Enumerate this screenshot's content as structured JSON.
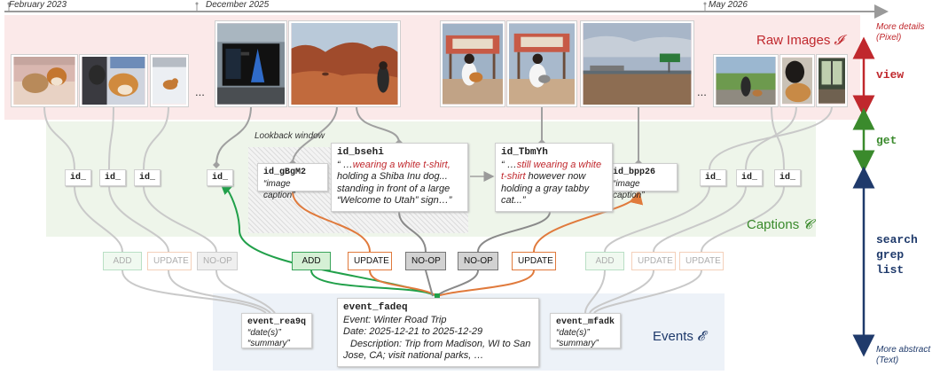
{
  "timeline": {
    "date_1": "February 2023",
    "date_2": "December 2025",
    "date_3": "May 2026"
  },
  "bands": {
    "raw_images": {
      "label": "Raw Images",
      "symbol": "𝓘"
    },
    "captions": {
      "label": "Captions",
      "symbol": "𝓒"
    },
    "events": {
      "label": "Events",
      "symbol": "𝓔"
    }
  },
  "ellipsis": "...",
  "lookback_window": "Lookback window",
  "captions": {
    "short_id": "id_",
    "gbgm2": {
      "id": "id_gBgM2",
      "desc": "“image caption”"
    },
    "bpp26": {
      "id": "id_bpp26",
      "desc": "“image caption”"
    },
    "bsehi": {
      "id": "id_bsehi",
      "pre": "“ …",
      "red": "wearing a white t-shirt,",
      "post": " holding a Shiba Inu dog... standing in front of a large “Welcome to Utah” sign…”"
    },
    "tbmyh": {
      "id": "id_TbmYh",
      "pre": "“ …",
      "red": "still wearing a white t-shirt",
      "post": " however now holding a gray tabby cat...”"
    }
  },
  "ops": {
    "add": "ADD",
    "update": "UPDATE",
    "noop": "NO-OP"
  },
  "events": {
    "rea9q": {
      "id": "event_rea9q",
      "date": "“date(s)”",
      "summary": "“summary”"
    },
    "mfadk": {
      "id": "event_mfadk",
      "date": "“date(s)”",
      "summary": "“summary”"
    },
    "fadeq": {
      "id": "event_fadeq",
      "event": "Event: Winter Road Trip",
      "date": "Date: 2025-12-21 to 2025-12-29",
      "description": "Description: Trip from Madison, WI to San Jose, CA; visit national parks, …"
    }
  },
  "axis": {
    "top_label_1": "More details",
    "top_label_2": "(Pixel)",
    "bottom_label_1": "More abstract",
    "bottom_label_2": "(Text)",
    "cmd_view": "view",
    "cmd_get": "get",
    "cmd_search": "search",
    "cmd_grep": "grep",
    "cmd_list": "list"
  },
  "colors": {
    "red": "#c0282d",
    "green": "#3a8a2c",
    "navy": "#1f3a6b",
    "orange": "#e07a3c",
    "add_green": "#21a04a",
    "gray": "#9a9a9a"
  }
}
